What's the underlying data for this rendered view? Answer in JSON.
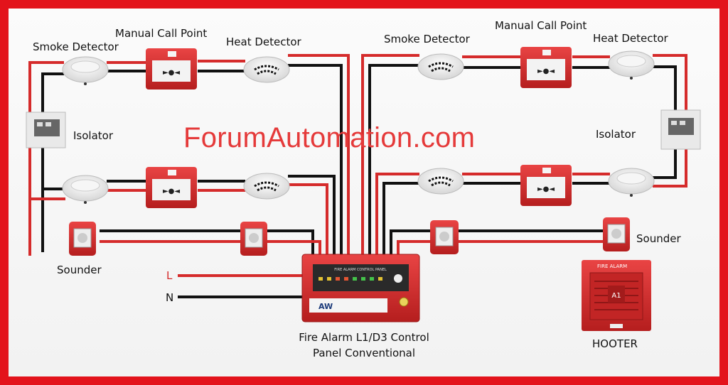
{
  "watermark": "ForumAutomation.com",
  "labels": {
    "left_smoke": "Smoke Detector",
    "left_mcp": "Manual Call Point",
    "left_heat": "Heat Detector",
    "right_smoke": "Smoke Detector",
    "right_mcp": "Manual Call Point",
    "right_heat": "Heat Detector",
    "left_isolator": "Isolator",
    "right_isolator": "Isolator",
    "left_sounder": "Sounder",
    "right_sounder": "Sounder",
    "live": "L",
    "neutral": "N",
    "panel_line1": "Fire Alarm L1/D3 Control",
    "panel_line2": "Panel Conventional",
    "hooter": "HOOTER",
    "hooter_sign": "FIRE ALARM",
    "hooter_code": "A1",
    "panel_header": "FIRE ALARM CONTROL PANEL",
    "panel_logo": "AW"
  },
  "colors": {
    "frame": "#e3131b",
    "wire_red": "#d52b2b",
    "wire_black": "#111111",
    "device_red": "#d93030"
  }
}
